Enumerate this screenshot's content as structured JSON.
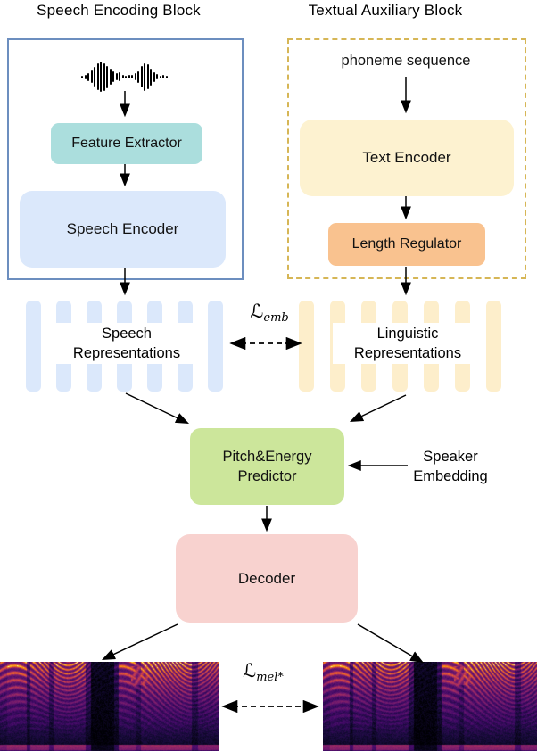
{
  "header": {
    "left_title": "Speech Encoding Block",
    "right_title": "Textual Auxiliary Block"
  },
  "speech_block": {
    "feature_extractor_label": "Feature Extractor",
    "speech_encoder_label": "Speech Encoder"
  },
  "textual_block": {
    "phoneme_sequence_label": "phoneme sequence",
    "text_encoder_label": "Text Encoder",
    "length_regulator_label": "Length Regulator"
  },
  "representations": {
    "speech": {
      "line1": "Speech",
      "line2": "Representations",
      "bar_count": 7
    },
    "linguistic": {
      "line1": "Linguistic",
      "line2": "Representations",
      "bar_count": 7
    }
  },
  "losses": {
    "emb": {
      "symbol": "ℒ",
      "sub": "emb"
    },
    "mel": {
      "symbol": "ℒ",
      "sub": "mel*"
    }
  },
  "predictor": {
    "line1": "Pitch&Energy",
    "line2": "Predictor"
  },
  "speaker_embedding": {
    "line1": "Speaker",
    "line2": "Embedding"
  },
  "decoder_label": "Decoder",
  "icons": {
    "waveform": "audio-waveform-icon"
  },
  "colors": {
    "speech_block_border": "#6c8ebf",
    "textual_block_border": "#d6b656",
    "feature_extractor_fill": "#abdedd",
    "speech_encoder_fill": "#dbe8fb",
    "text_encoder_fill": "#fdf2d0",
    "length_regulator_fill": "#f9c28f",
    "predictor_fill": "#cce69b",
    "decoder_fill": "#f8d2cf",
    "speech_bar_fill": "#dbe8fb",
    "linguistic_bar_fill": "#fdeecb",
    "arrow_color": "#000000"
  }
}
